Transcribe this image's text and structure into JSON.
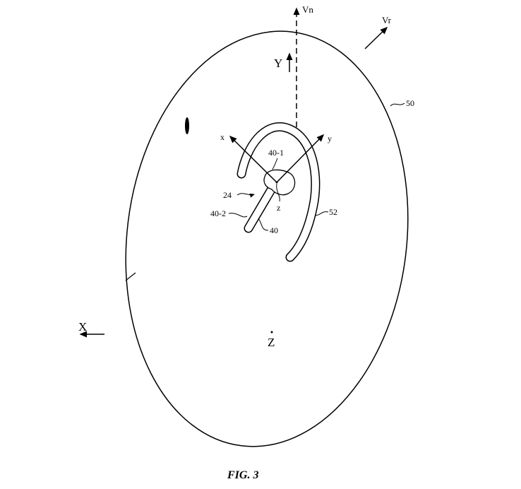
{
  "figure": {
    "caption": "FIG. 3",
    "labels": {
      "vn": "Vn",
      "vr": "Vr",
      "Y": "Y",
      "X": "X",
      "Z": "Z",
      "x": "x",
      "y": "y",
      "z": "z",
      "ref_50": "50",
      "ref_52": "52",
      "ref_40_1": "40-1",
      "ref_40_2": "40-2",
      "ref_40": "40",
      "ref_24": "24"
    }
  }
}
